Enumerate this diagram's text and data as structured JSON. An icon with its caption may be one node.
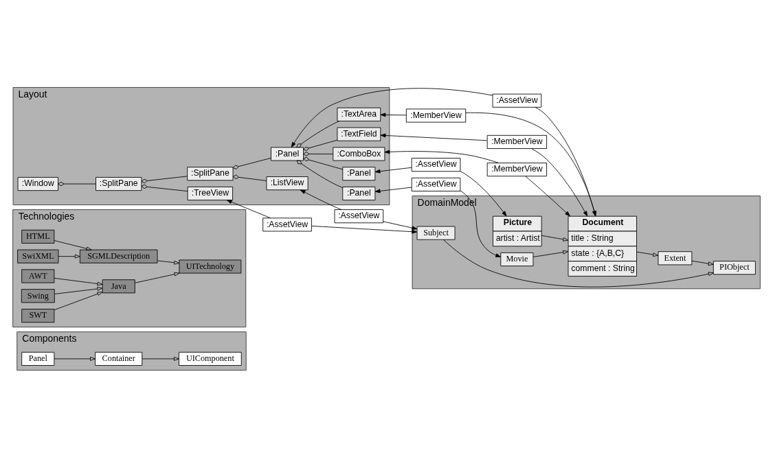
{
  "diagram": {
    "nodes": [
      {
        "text": [
          "Components"
        ]
      },
      {
        "text": [
          "UIComponent"
        ],
        "in": 0
      },
      {
        "text": [
          "Container"
        ],
        "in": 0
      },
      {
        "text": [
          "Panel"
        ],
        "in": 0
      },
      {
        "text": [
          "Technologies"
        ]
      },
      {
        "text": [
          "HTML"
        ],
        "in": 4
      },
      {
        "text": [
          "SwiXML"
        ],
        "in": 4
      },
      {
        "text": [
          "SGMLDescription"
        ],
        "in": 4
      },
      {
        "text": [
          "UITechnology"
        ],
        "in": 4
      },
      {
        "text": [
          "Java"
        ],
        "in": 4
      },
      {
        "text": [
          "AWT"
        ],
        "in": 4
      },
      {
        "text": [
          "Swing"
        ],
        "in": 4
      },
      {
        "text": [
          "SWT"
        ],
        "in": 4
      },
      {
        "text": [
          "Layout"
        ]
      },
      {
        "text": [
          ":Window"
        ],
        "in": 13
      },
      {
        "text": [
          ":SplitPane"
        ],
        "in": 13
      },
      {
        "text": [
          ":SplitPane"
        ],
        "in": 13
      },
      {
        "text": [
          ":TreeView"
        ],
        "in": 13
      },
      {
        "text": [
          ":ListView"
        ],
        "in": 13
      },
      {
        "text": [
          ":Panel"
        ],
        "in": 13
      },
      {
        "text": [
          ":TextField"
        ],
        "in": 13
      },
      {
        "text": [
          ":ComboBox"
        ],
        "in": 13
      },
      {
        "text": [
          ":TextArea"
        ],
        "in": 13
      },
      {
        "text": [
          ":Panel"
        ],
        "in": 13
      },
      {
        "text": [
          ":Panel"
        ],
        "in": 13
      },
      {
        "text": [
          ":AssetView"
        ]
      },
      {
        "text": [
          ":AssetView"
        ]
      },
      {
        "text": [
          ":AssetView"
        ]
      },
      {
        "text": [
          ":MemberView"
        ]
      },
      {
        "text": [
          ":MemberView"
        ]
      },
      {
        "text": [
          ":MemberView"
        ]
      },
      {
        "text": [
          ":AssetView"
        ]
      },
      {
        "text": [
          ":AssetView"
        ]
      },
      {
        "text": [
          "DomainModel"
        ]
      },
      {
        "text": [
          "PIObject"
        ],
        "in": 33
      },
      {
        "text": [
          "Subject"
        ],
        "in": 33
      },
      {
        "text": [
          "Extent"
        ],
        "in": 33
      },
      {
        "text": [
          "Document",
          "title : String",
          "state : {A,B,C}",
          "comment : String"
        ],
        "in": 33
      },
      {
        "text": [
          "Picture",
          "artist : Artist"
        ],
        "in": 33
      },
      {
        "text": [
          "Movie"
        ],
        "in": 33
      }
    ],
    "edges": [
      {
        "from": 2,
        "to": 1,
        "arrow": "to"
      },
      {
        "from": 3,
        "to": 2,
        "arrow": "to"
      },
      {
        "from": 5,
        "to": 7,
        "arrow": "to"
      },
      {
        "from": 6,
        "to": 7,
        "arrow": "to"
      },
      {
        "from": 7,
        "to": 8,
        "arrow": "to"
      },
      {
        "from": 9,
        "to": 8,
        "arrow": "to"
      },
      {
        "from": 10,
        "to": 9,
        "arrow": "to"
      },
      {
        "from": 11,
        "to": 9,
        "arrow": "to"
      },
      {
        "from": 12,
        "to": 9,
        "arrow": "to"
      },
      {
        "from": 14,
        "to": 15,
        "arrow": "other"
      },
      {
        "from": 15,
        "to": 16,
        "arrow": "other"
      },
      {
        "from": 15,
        "to": 17,
        "arrow": "other"
      },
      {
        "from": 16,
        "to": 18,
        "arrow": "other"
      },
      {
        "from": 16,
        "to": 19,
        "arrow": "other"
      },
      {
        "from": 19,
        "to": 20,
        "arrow": "other"
      },
      {
        "from": 19,
        "to": 21,
        "arrow": "other"
      },
      {
        "from": 19,
        "to": 22,
        "arrow": "other"
      },
      {
        "from": 19,
        "to": 23,
        "arrow": "other"
      },
      {
        "from": 19,
        "to": 24,
        "arrow": "other"
      },
      {
        "from": 25,
        "to": 17,
        "arrow": "to"
      },
      {
        "from": 25,
        "to": 35,
        "arrow": "to"
      },
      {
        "from": 26,
        "to": 18,
        "arrow": "to"
      },
      {
        "from": 26,
        "to": 35,
        "arrow": "to"
      },
      {
        "from": 27,
        "to": 19,
        "arrow": "to"
      },
      {
        "from": 27,
        "to": 37,
        "arrow": "to"
      },
      {
        "from": 28,
        "to": 20,
        "arrow": "to"
      },
      {
        "from": 28,
        "to": 37,
        "arrow": "to"
      },
      {
        "from": 29,
        "to": 21,
        "arrow": "to"
      },
      {
        "from": 29,
        "to": 37,
        "arrow": "to"
      },
      {
        "from": 30,
        "to": 22,
        "arrow": "to"
      },
      {
        "from": 30,
        "to": 37,
        "arrow": "to"
      },
      {
        "from": 31,
        "to": 23,
        "arrow": "to"
      },
      {
        "from": 31,
        "to": 38,
        "arrow": "to"
      },
      {
        "from": 32,
        "to": 24,
        "arrow": "to"
      },
      {
        "from": 32,
        "to": 39,
        "arrow": "to"
      },
      {
        "from": 35,
        "to": 34,
        "arrow": "to"
      },
      {
        "from": 36,
        "to": 34,
        "arrow": "to"
      },
      {
        "from": 37,
        "to": 36,
        "arrow": "to"
      },
      {
        "from": 38,
        "to": 37,
        "arrow": "to"
      },
      {
        "from": 39,
        "to": 37,
        "arrow": "to"
      }
    ]
  }
}
